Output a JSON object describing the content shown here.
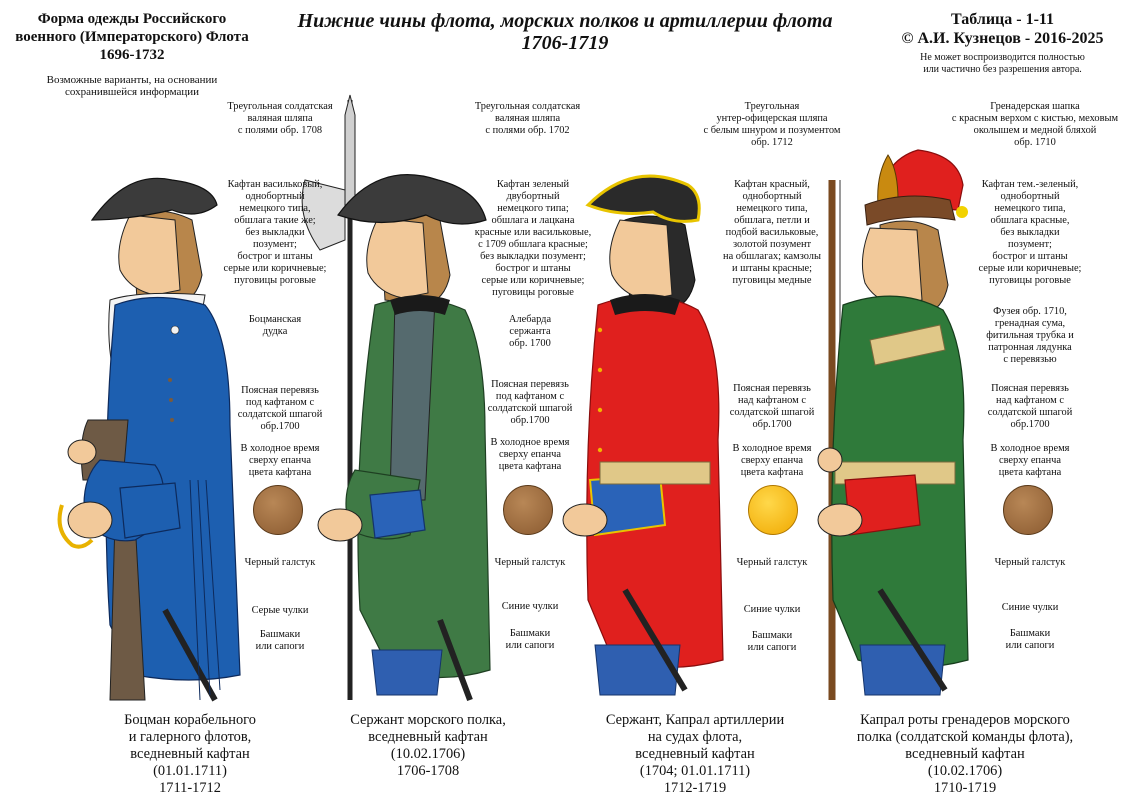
{
  "header": {
    "left_title": "Форма одежды Российского\nвоенного (Императорского) Флота\n1696-1732",
    "left_note": "Возможные варианты, на основании\nсохранившейся информации",
    "center_title": "Нижние чины флота, морских полков и артиллерии флота\n1706-1719",
    "right_title": "Таблица - 1-11\n© А.И. Кузнецов - 2016-2025",
    "right_note": "Не может воспроизводится полностью\nили частично без разрешения автора."
  },
  "figures": [
    {
      "notes": {
        "hat": "Треугольная солдатская\nваляная шляпа\nс полями обр. 1708",
        "coat": "Кафтан васильковый,\nоднобортный\nнемецкого типа,\nобшлага такие же;\nбез выкладки\nпозумент;\nбострог и штаны\nсерые или коричневые;\nпуговицы роговые",
        "item": "Боцманская\nдудка",
        "belt": "Поясная перевязь\nпод кафтаном с\nсолдатской шпагой\nобр.1700",
        "cold": "В холодное время\nсверху епанча\nцвета кафтана",
        "tie": "Черный галстук",
        "stockings": "Серые чулки",
        "shoes": "Башмаки\nили сапоги"
      },
      "caption": "Боцман корабельного\nи галерного флотов,\nвседневный кафтан\n(01.01.1711)\n1711-1712",
      "colors": {
        "coat": "#1d5fb0",
        "cuff": "#1d5fb0",
        "vest": "#6e5a45",
        "button": "#9a6a3c",
        "stockings": "#8c8c8c"
      }
    },
    {
      "notes": {
        "hat": "Треугольная солдатская\nваляная шляпа\nс полями обр. 1702",
        "coat": "Кафтан зеленый\nдвубортный\nнемецкого типа;\nобшлага и лацкана\nкрасные или васильковые,\nс 1709 обшлага красные;\nбез выкладки позумент;\nбострог и штаны\nсерые или коричневые;\nпуговицы роговые",
        "item": "Алебарда\nсержанта\nобр. 1700",
        "belt": "Поясная перевязь\nпод кафтаном с\nсолдатской шпагой\nобр.1700",
        "cold": "В холодное время\nсверху епанча\nцвета кафтана",
        "tie": "Черный галстук",
        "stockings": "Синие чулки",
        "shoes": "Башмаки\nили сапоги"
      },
      "caption": "Сержант морского полка,\nвседневный кафтан\n(10.02.1706)\n1706-1708",
      "colors": {
        "coat": "#3f7a45",
        "cuff": "#2a63b8",
        "vest": "#556a6e",
        "button": "#9a6a3c",
        "stockings": "#2f5fb0"
      }
    },
    {
      "notes": {
        "hat": "Треугольная\nунтер-офицерская шляпа\nс белым шнуром и позументом\nобр. 1712",
        "coat": "Кафтан красный,\nоднобортный\nнемецкого типа,\nобшлага, петли и\nподбой васильковые,\nзолотой позумент\nна обшлагах; камзолы\nи штаны  красные;\nпуговицы медные",
        "belt": "Поясная перевязь\nнад кафтаном с\nсолдатской шпагой\nобр.1700",
        "cold": "В холодное время\nсверху епанча\nцвета кафтана",
        "tie": "Черный галстук",
        "stockings": "Синие чулки",
        "shoes": "Башмаки\nили сапоги"
      },
      "caption": "Сержант, Капрал артиллерии\nна судах флота,\nвседневный кафтан\n(1704; 01.01.1711)\n1712-1719",
      "colors": {
        "coat": "#e0201e",
        "cuff": "#2a63b8",
        "vest": "#d92020",
        "button": "#f2b400",
        "stockings": "#2f5fb0"
      }
    },
    {
      "notes": {
        "hat": "Гренадерская шапка\nс красным верхом с кистью, меховым\nоколышем и медной бляхой\nобр. 1710",
        "coat": "Кафтан тем.-зеленый,\nоднобортный\nнемецкого типа,\nобшлага красные,\nбез выкладки\nпозумент;\nбострог и штаны\nсерые или коричневые;\nпуговицы роговые",
        "item": "Фузея обр. 1710,\nгренадная сума,\nфитильная трубка и\nпатронная лядунка\nс перевязью",
        "belt": "Поясная перевязь\nнад кафтаном с\nсолдатской шпагой\nобр.1700",
        "cold": "В холодное время\nсверху епанча\nцвета кафтана",
        "tie": "Черный галстук",
        "stockings": "Синие чулки",
        "shoes": "Башмаки\nили сапоги"
      },
      "caption": "Капрал роты гренадеров морского\nполка (солдатской команды флота),\nвседневный кафтан\n(10.02.1706)\n1710-1719",
      "colors": {
        "coat": "#2f7a3a",
        "cuff": "#e0201e",
        "vest": "#4a6a4a",
        "button": "#9a6a3c",
        "stockings": "#2f5fb0"
      }
    }
  ]
}
